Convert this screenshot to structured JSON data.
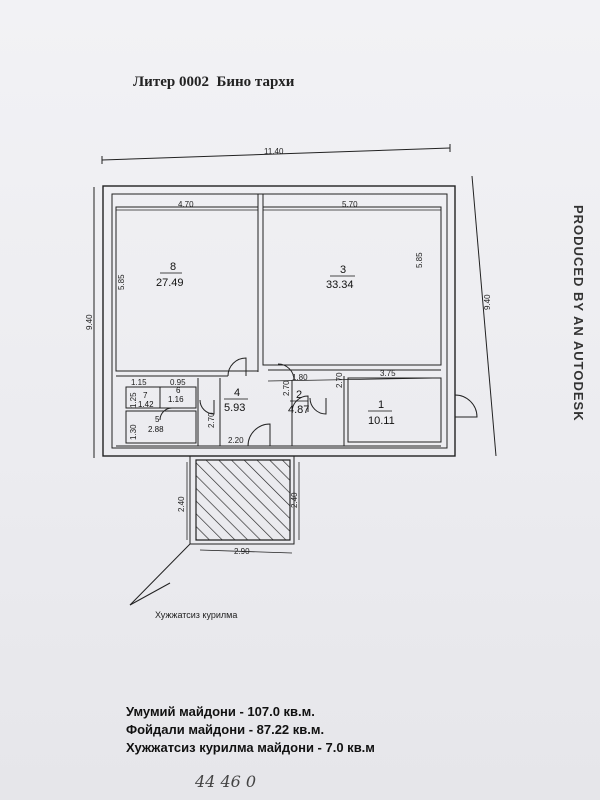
{
  "title": "Литер 0002  Бино тархи",
  "stamp_text": "PRODUCED BY AN AUTODESK",
  "dimensions": {
    "total_width": "11.40",
    "total_height_left": "9.40",
    "total_height_right": "9.40",
    "room8_width": "4.70",
    "room3_width": "5.70",
    "room8_height": "5.85",
    "room3_height": "5.85",
    "corridor_1_80": "1.80",
    "room1_width": "3.75",
    "room2_height": "2.70",
    "room1_height": "2.70",
    "room4_height": "2.70",
    "bottom_2_20": "2.20",
    "stair_height_left": "2.40",
    "stair_height_right": "2.40",
    "stair_width": "2.90",
    "small_1_15": "1.15",
    "small_0_95": "0.95",
    "small_1_25": "1.25",
    "small_1_30": "1.30"
  },
  "rooms": [
    {
      "num": "8",
      "area": "27.49"
    },
    {
      "num": "3",
      "area": "33.34"
    },
    {
      "num": "4",
      "area": "5.93"
    },
    {
      "num": "2",
      "area": "4.87"
    },
    {
      "num": "1",
      "area": "10.11"
    },
    {
      "num": "7",
      "area": "1.42"
    },
    {
      "num": "6",
      "area": "1.16"
    },
    {
      "num": "5",
      "area": "2.88"
    }
  ],
  "annex_label": "Хужжатсиз курилма",
  "summary": [
    "Умумий майдони - 107.0 кв.м.",
    "Фойдали майдони - 87.22 кв.м.",
    "Хужжатсиз курилма майдони - 7.0 кв.м"
  ],
  "handwriting": "44  46  0"
}
